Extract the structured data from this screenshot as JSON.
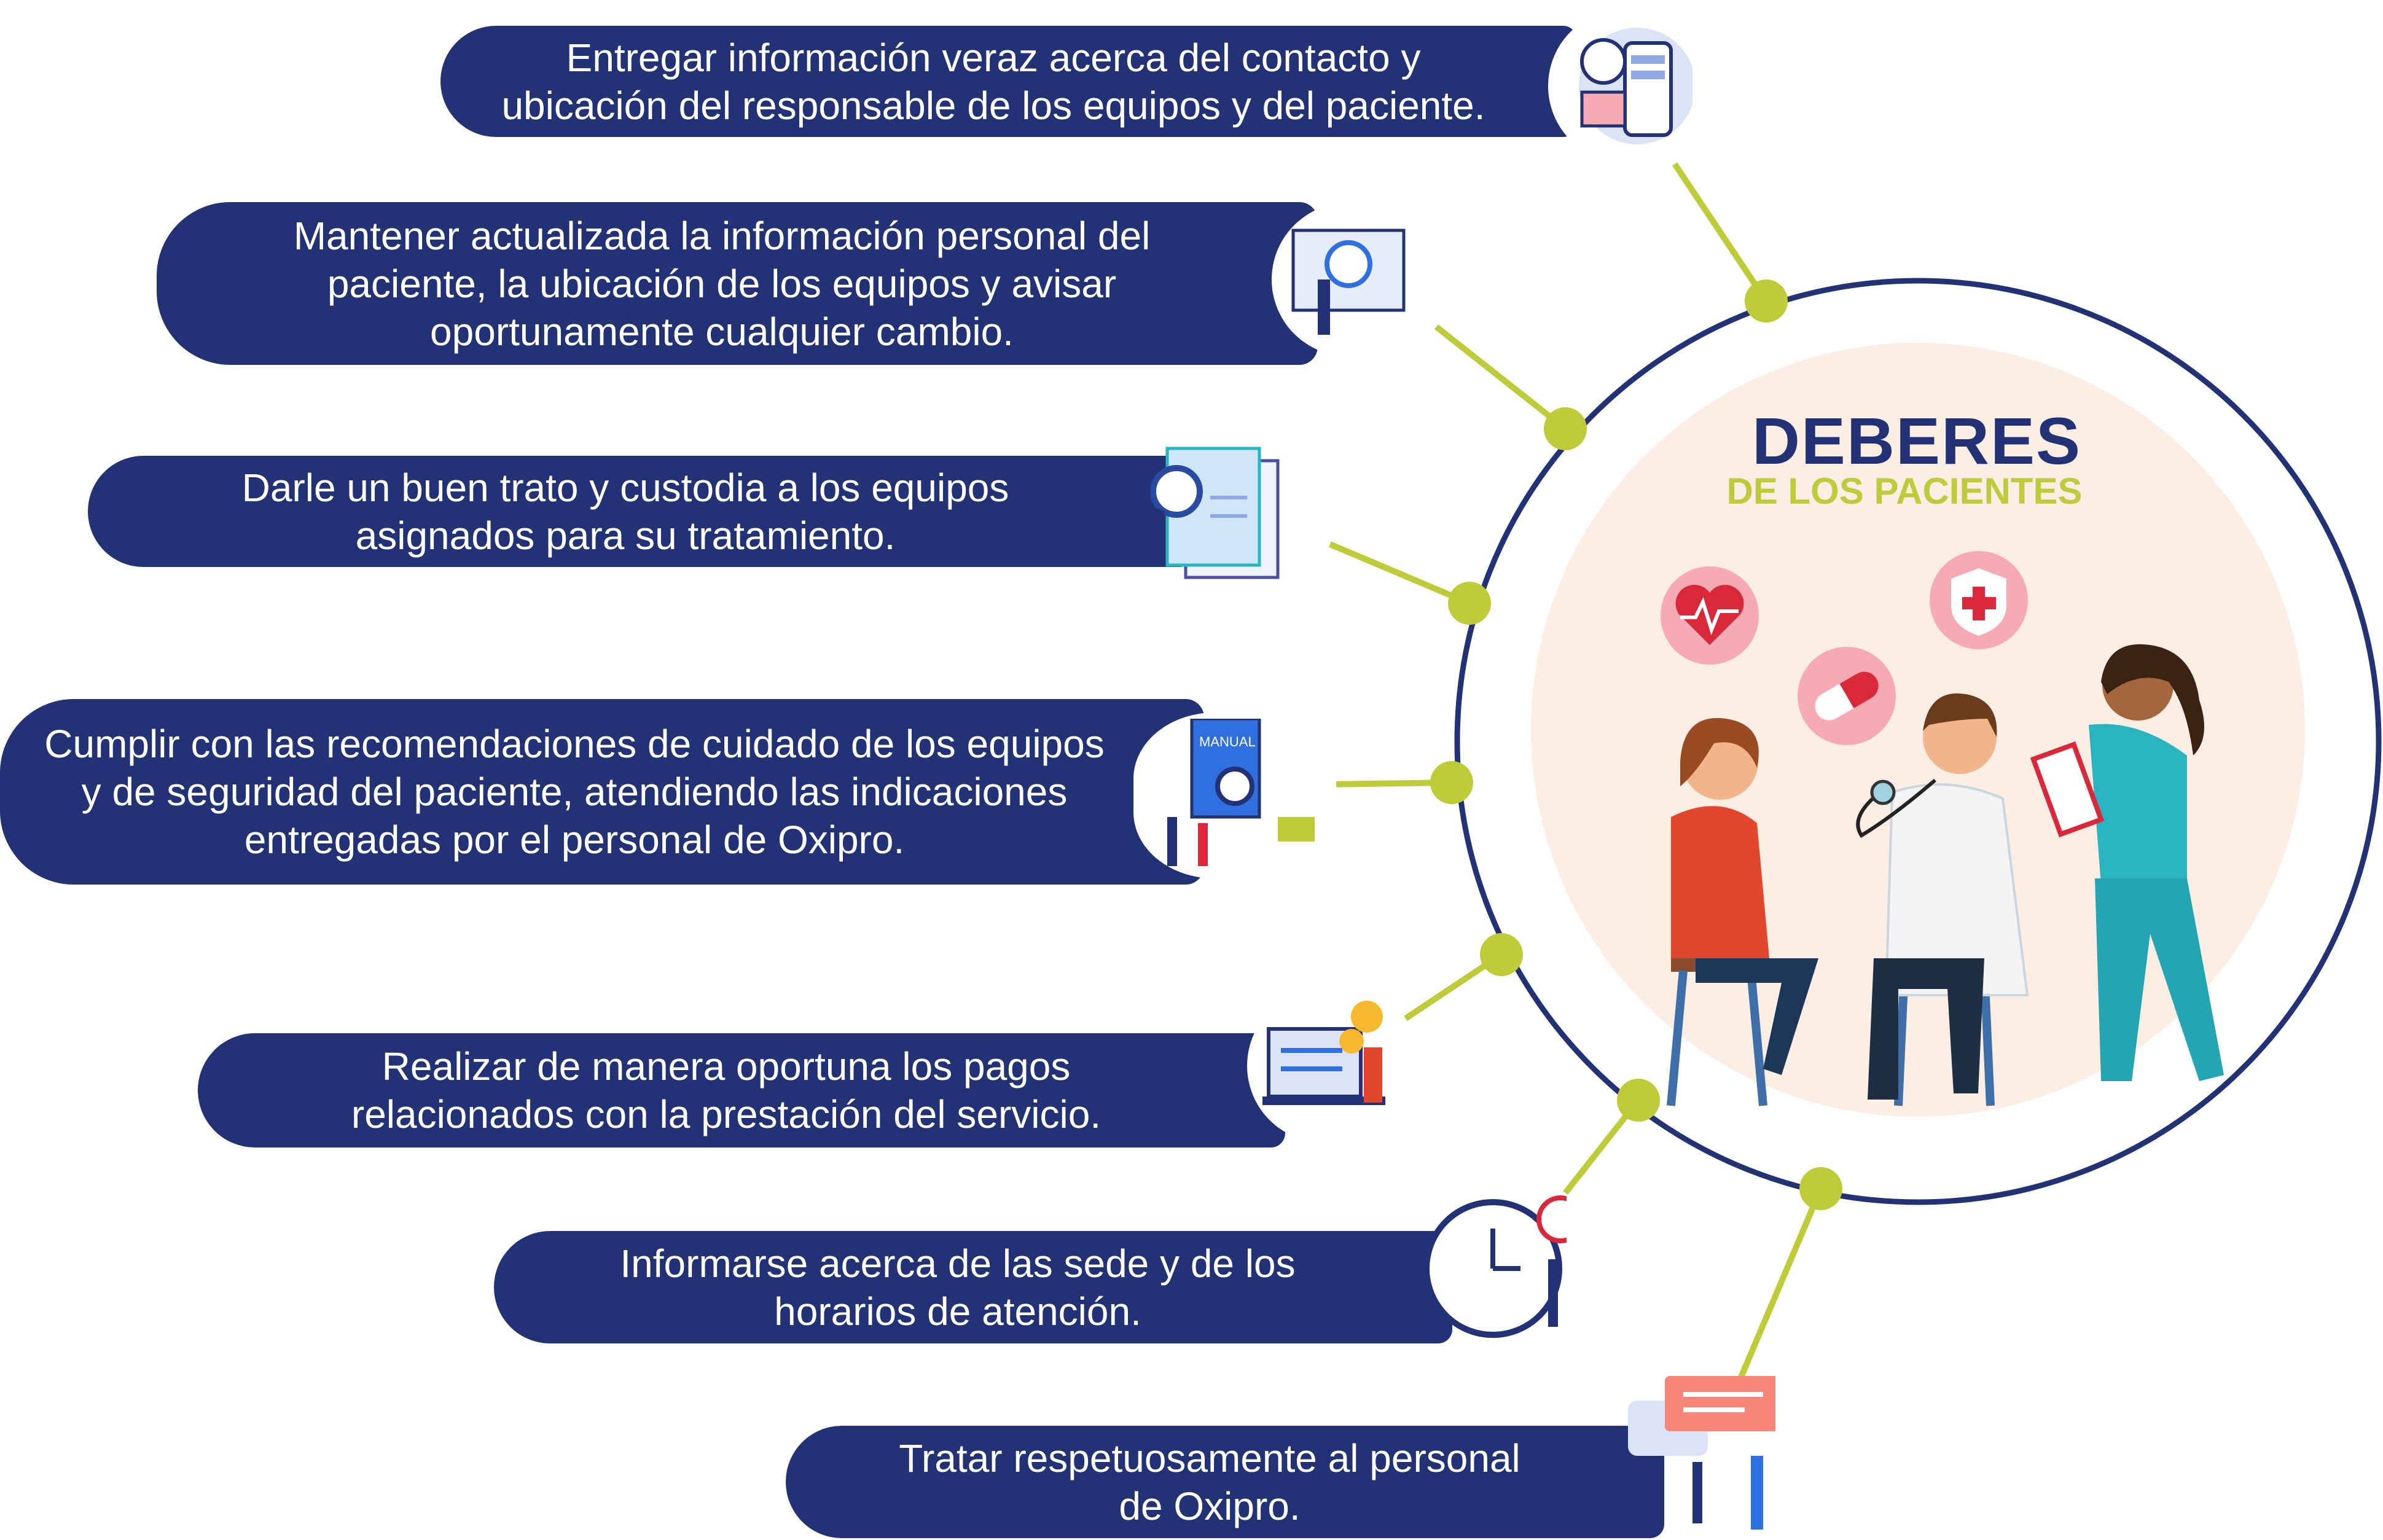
{
  "header": {
    "title": "DEBERES",
    "subtitle": "DE LOS PACIENTES"
  },
  "duties": [
    {
      "text": "Entregar información veraz acerca del contacto y\nubicación del responsable de los equipos y del paciente.",
      "icon": "phone-contact-icon"
    },
    {
      "text": "Mantener actualizada la información personal del\npaciente, la ubicación de los equipos y avisar\noportunamente cualquier cambio.",
      "icon": "dashboard-search-icon"
    },
    {
      "text": "Darle un buen trato y custodia a los equipos\nasignados para su tratamiento.",
      "icon": "clipboard-magnifier-icon"
    },
    {
      "text": "Cumplir con las recomendaciones de cuidado de los equipos\ny de seguridad del paciente, atendiendo las indicaciones\nentregadas por el personal de Oxipro.",
      "icon": "manual-book-icon",
      "icon_label": "MANUAL"
    },
    {
      "text": "Realizar de manera oportuna los pagos\nrelacionados con la prestación del servicio.",
      "icon": "payment-laptop-icon"
    },
    {
      "text": "Informarse acerca de las sede y de los\nhorarios de atención.",
      "icon": "clock-icon"
    },
    {
      "text": "Tratar respetuosamente al personal\nde Oxipro.",
      "icon": "conversation-icon"
    }
  ],
  "colors": {
    "navy": "#233274",
    "lime": "#bfcc3a",
    "peach": "#fcede5",
    "pink": "#f7a9b4",
    "red": "#d8283a",
    "teal": "#2ab3c0"
  }
}
